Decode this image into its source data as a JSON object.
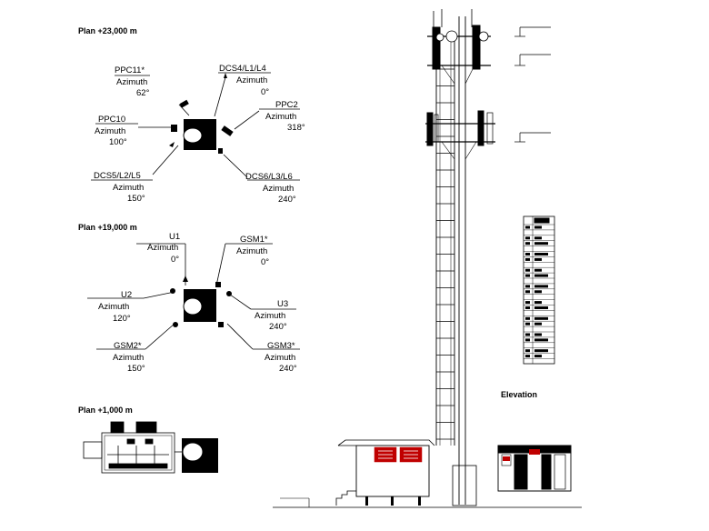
{
  "plans": [
    {
      "title": "Plan +23,000 m",
      "antennas": [
        {
          "name": "PPC11*",
          "azimuth_label": "Azimuth",
          "azimuth": "62°"
        },
        {
          "name": "DCS4/L1/L4",
          "azimuth_label": "Azimuth",
          "azimuth": "0°"
        },
        {
          "name": "PPC10",
          "azimuth_label": "Azimuth",
          "azimuth": "100°"
        },
        {
          "name": "PPC2",
          "azimuth_label": "Azimuth",
          "azimuth": "318°"
        },
        {
          "name": "DCS5/L2/L5",
          "azimuth_label": "Azimuth",
          "azimuth": "150°"
        },
        {
          "name": "DCS6/L3/L6",
          "azimuth_label": "Azimuth",
          "azimuth": "240°"
        }
      ]
    },
    {
      "title": "Plan +19,000 m",
      "antennas": [
        {
          "name": "U1",
          "azimuth_label": "Azimuth",
          "azimuth": "0°"
        },
        {
          "name": "GSM1*",
          "azimuth_label": "Azimuth",
          "azimuth": "0°"
        },
        {
          "name": "U2",
          "azimuth_label": "Azimuth",
          "azimuth": "120°"
        },
        {
          "name": "U3",
          "azimuth_label": "Azimuth",
          "azimuth": "240°"
        },
        {
          "name": "GSM2*",
          "azimuth_label": "Azimuth",
          "azimuth": "150°"
        },
        {
          "name": "GSM3*",
          "azimuth_label": "Azimuth",
          "azimuth": "240°"
        }
      ]
    },
    {
      "title": "Plan +1,000 m"
    }
  ],
  "elevation": {
    "title": "Elevation"
  },
  "colors": {
    "line": "#000000",
    "accent_red": "#c00000",
    "background": "#ffffff"
  }
}
